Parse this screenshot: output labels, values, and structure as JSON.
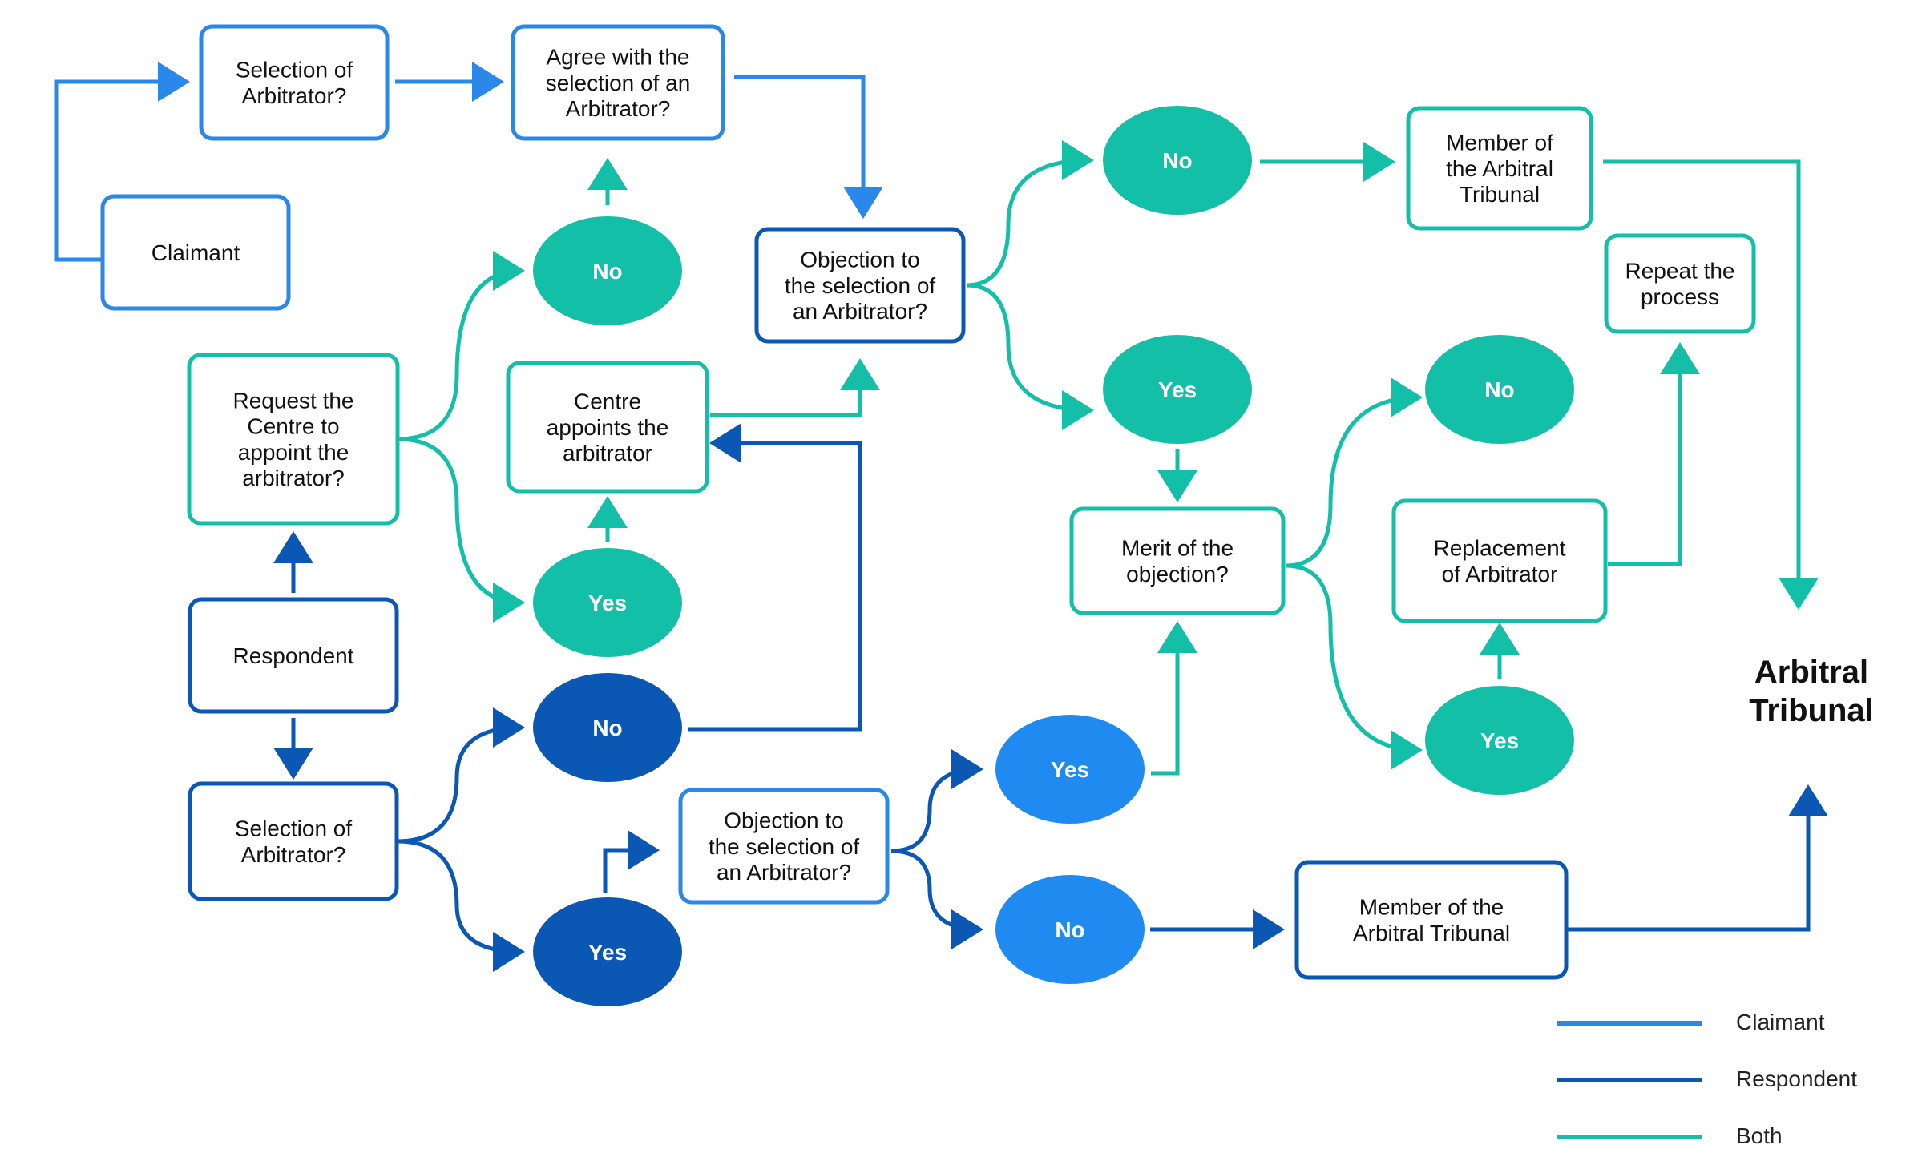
{
  "colors": {
    "claimant": "#2A88EA",
    "respondent": "#0A57B4",
    "both": "#14BFA8",
    "ellipse_claimant": "#1F8AF0",
    "text": "#111111",
    "node_text_on_fill": "#ffffff"
  },
  "nodes": {
    "claimant": "Claimant",
    "selection_claimant": [
      "Selection of",
      "Arbitrator?"
    ],
    "agree": [
      "Agree with the",
      "selection of an",
      "Arbitrator?"
    ],
    "no_agree": "No",
    "request_centre": [
      "Request the",
      "Centre to",
      "appoint the",
      "arbitrator?"
    ],
    "centre_appoints": [
      "Centre",
      "appoints the",
      "arbitrator"
    ],
    "yes_request": "Yes",
    "respondent": "Respondent",
    "selection_respondent": [
      "Selection of",
      "Arbitrator?"
    ],
    "no_selection": "No",
    "yes_selection": "Yes",
    "objection_top": [
      "Objection to",
      "the selection of",
      "an Arbitrator?"
    ],
    "objection_bottom": [
      "Objection to",
      "the selection of",
      "an Arbitrator?"
    ],
    "no_objection_top": "No",
    "yes_objection_top": "Yes",
    "member_top": [
      "Member of",
      "the Arbitral",
      "Tribunal"
    ],
    "repeat": [
      "Repeat the",
      "process"
    ],
    "merit": [
      "Merit of the",
      "objection?"
    ],
    "no_merit": "No",
    "yes_merit": "Yes",
    "replacement": [
      "Replacement",
      "of Arbitrator"
    ],
    "yes_objection_bottom": "Yes",
    "no_objection_bottom": "No",
    "member_bottom": [
      "Member of the",
      "Arbitral Tribunal"
    ],
    "arbitral_tribunal": [
      "Arbitral",
      "Tribunal"
    ]
  },
  "legend": {
    "claimant": "Claimant",
    "respondent": "Respondent",
    "both": "Both"
  }
}
